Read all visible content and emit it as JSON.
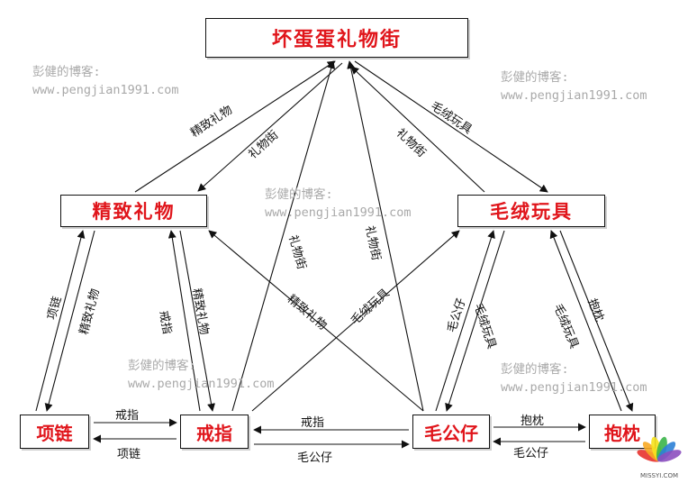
{
  "nodes": {
    "top": "坏蛋蛋礼物街",
    "jingzhi": "精致礼物",
    "maoxian": "毛绒玩具",
    "xianglian": "项链",
    "jiezhi": "戒指",
    "maogongzai": "毛公仔",
    "baozhen": "抱枕"
  },
  "edge_labels": {
    "jz_to_top": "精致礼物",
    "jz_from_top": "礼物街",
    "mx_to_top": "毛绒玩具",
    "mx_from_top": "礼物街",
    "jzh_to_top": "礼物街",
    "mgz_to_top": "礼物街",
    "xl_to_jz": "项链",
    "jz_to_xl": "精致礼物",
    "jzh_to_jz": "戒指",
    "jz_to_jzh": "精致礼物",
    "mgz_to_jz": "精致礼物",
    "jzh_to_mx": "毛绒玩具",
    "mgz_to_mx": "毛公仔",
    "mx_to_mgz": "毛绒玩具",
    "bz_to_mx": "抱枕",
    "mx_to_bz": "毛绒玩具",
    "xl_to_jzh": "戒指",
    "jzh_to_xl": "项链",
    "mgz_to_jzh": "戒指",
    "jzh_to_mgz": "毛公仔",
    "mgz_to_bz": "抱枕",
    "bz_to_mgz": "毛公仔"
  },
  "watermarks": {
    "line1": "彭健的博客:",
    "line2": "www.pengjian1991.com"
  },
  "logo": {
    "text": "MISSYI.COM",
    "colors": [
      "#e8322d",
      "#f7a823",
      "#f6e21d",
      "#3bb54a",
      "#2c7fd6",
      "#8c4fbf"
    ]
  }
}
